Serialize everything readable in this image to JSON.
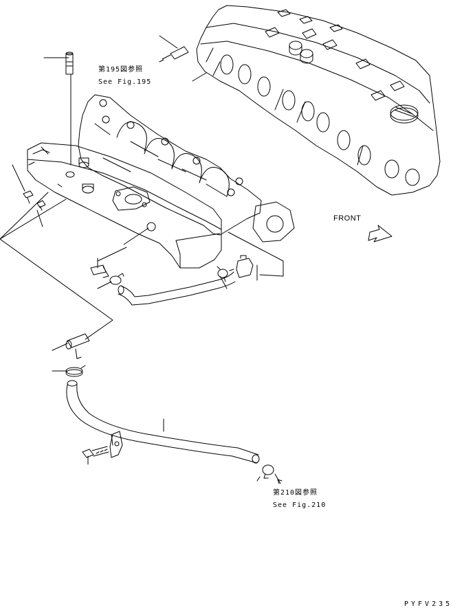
{
  "callouts": {
    "fig195_jp": "第195図参照",
    "fig195_en": "See Fig.195",
    "fig210_jp": "第210図参照",
    "fig210_en": "See Fig.210"
  },
  "front_label": "FRONT",
  "drawing_code": "PYFV235",
  "colors": {
    "ink": "#000000",
    "paper": "#ffffff"
  },
  "icons": [
    "front-arrow-icon"
  ]
}
